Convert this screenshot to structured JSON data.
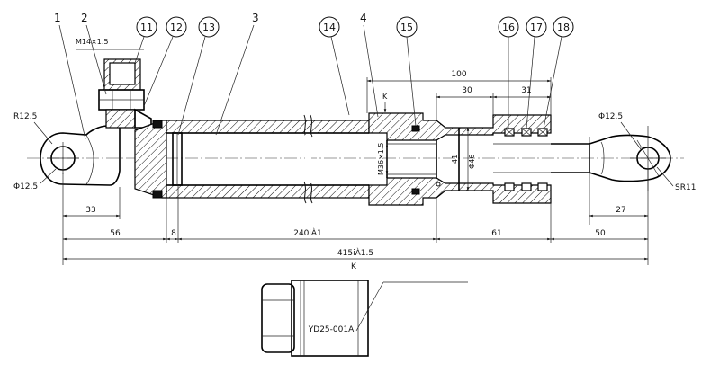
{
  "drawing": {
    "balloons": [
      "11",
      "12",
      "13",
      "14",
      "15",
      "16",
      "17",
      "18"
    ],
    "part_labels": [
      "1",
      "2",
      "3",
      "4"
    ],
    "dimensions": {
      "thread_fitting": "M14×1.5",
      "radius_left": "R12.5",
      "diameter_left": "Φ12.5",
      "diameter_right": "Φ12.5",
      "sphere_right": "SR11",
      "d_100": "100",
      "d_30": "30",
      "d_31": "31",
      "marker_k": "K",
      "thread_piston": "M36×1.5",
      "bore_41": "41",
      "bore_46": "Φ46",
      "d_33": "33",
      "d_27": "27",
      "d_56": "56",
      "d_8": "8",
      "d_240": "240iÀ1",
      "d_61": "61",
      "d_50": "50",
      "d_415": "415iÀ1.5",
      "overall_k": "K"
    },
    "detail": {
      "part_code": "YD25-001A"
    }
  }
}
